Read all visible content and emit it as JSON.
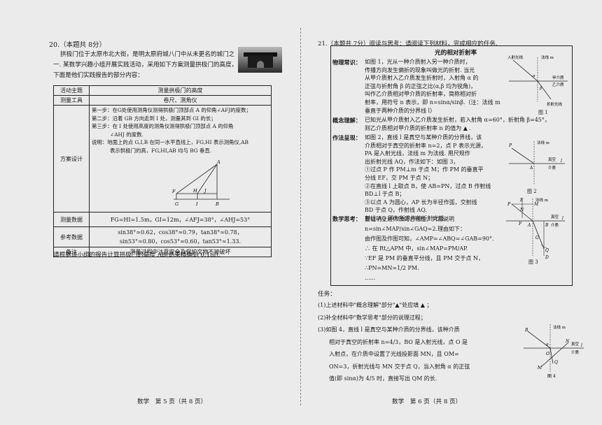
{
  "left_page": {
    "problem_title": "20.（本题共 8分）",
    "intro": [
      "拱极门位于太原市北大街，是明太原府城八门中从未更名的城门之",
      "一. 某数学兴趣小组开展实践活动，采用如下方案测量拱极门的高度，",
      "下面是他们实践报告的部分内容："
    ],
    "table": {
      "rows": [
        {
          "label": "活动主题",
          "value": "测量拱极门的高度"
        },
        {
          "label": "测量工具",
          "value": "卷尺、测角仪"
        }
      ],
      "design_label": "方案设计",
      "design_lines": [
        "第一步：在G处使用测角仪测得拱极门顶部点 A 的仰角∠AFJ的度数；",
        "第二步：沿着 GB 方向走到 I 处，测量其到 GI 的长；",
        "第三步：在 I 处使用高度的测角仪测得拱极门顶部点 A 的仰角",
        "∠AHJ 的度数.",
        "说明：地面上的点 G,I,B 在同一水平直线上，FG,HI 表示测角仪,AB",
        "表示拱极门的高，FG,HI,AB 均与 BG 垂直."
      ],
      "measure_label": "测量数据",
      "measure_value": "FG=HI=1.5m，GI=12m，∠AFJ=38°，∠AHJ=53°",
      "ref_label": "参考数据",
      "ref_lines": [
        "sin38°≈0.62，cos38°≈0.79，tan38°≈0.78，",
        "sin53°≈0.80，cos53°≈0.60，tan53°≈1.33."
      ],
      "note_label": "备注",
      "note_value": "测量过程中注意安全及保护文物不被破坏"
    },
    "diagram_labels": {
      "A": "A",
      "F": "F",
      "H": "H",
      "J": "J",
      "G": "G",
      "I": "I",
      "B": "B"
    },
    "question": "请根据该小组的报告计算拱极门的高度 AB(结果精确到 0.1m).",
    "footer": "数学　第 5 页（共 8 页）"
  },
  "right_page": {
    "problem_title": "21.（本题共 7分）阅读与思考：请阅读下列材料，完成相应的任务.",
    "material_title": "光的相对折射率",
    "sections": [
      {
        "label": "物理常识：",
        "lines": [
          "如图 1，光从一种介质射入另一种介质时，",
          "传播方向发生偏折的现象叫做光的折射. 当光",
          "从甲介质射入乙介质发生折射时，入射角 α 的",
          "正弦与折射角 β 的正弦之比(α,β 均为锐角)，",
          "叫作乙介质相对甲介质的折射率，简称相对折",
          "射率，用符号 n 表示，即 n=sinα/sinβ.（注：法线 m",
          "垂直于两种介质的分界线 l）"
        ]
      },
      {
        "label": "概念理解：",
        "lines": [
          "已知光从甲介质射入乙介质发生折射，若入射角 α=60°，折射角 β=45°，",
          "则乙介质相对甲介质的折射率 n 的值为 ▲ ."
        ]
      },
      {
        "label": "作法呈现：",
        "lines": [
          "如图 2，直线 l 是真空与某种介质的分界线，该",
          "介质相对于真空的折射率 n=2，点 P 表示光源，",
          "PA 是入射光线，法线 m 为法线. 用尺规作",
          "出折射光线 AQ，作法如下：如图 3，",
          "①过点 P 作 PM⊥m 于点 M；作 PM 的垂直平",
          "分线 EF，交 PM 于点 N；",
          "②在直线 l 上取点 B，使 AB=PN，过点 B 作射线",
          "BD⊥l 于点 B；",
          "③以点 A 为圆心，AP 长为半径作弧，交射线",
          "BD 于点 Q，作射线 AQ.",
          "射线 AQ 即为所求作的折射光线."
        ]
      },
      {
        "label": "数学思考：",
        "lines": [
          "要证明上述作法的合理性，只需说明",
          "n=sin∠MAP/sin∠GAQ=2.理由如下：",
          "由作图及作图可知，∠AMP=∠ABQ=∠GAB=90°.",
          "∴ 在 Rt△APM 中，sin∠MAP=PM/AP.",
          "∵EF 是 PM 的垂直平分线，且 PM 交于点 N，",
          "∴PN=MN=1/2 PM.",
          "......"
        ]
      }
    ],
    "figure_labels": {
      "fig1": "图 1",
      "fig2": "图 2",
      "fig3": "图 3",
      "fig4": "图 4",
      "incident": "入射光线",
      "refracted": "折射光线",
      "normal": "法线 m",
      "medium_a": "甲介质",
      "medium_b": "乙介质",
      "vacuum": "真空",
      "medium": "介质",
      "alpha": "α",
      "beta": "β",
      "P": "P",
      "A": "A",
      "l": "l",
      "E": "E",
      "F": "F",
      "M": "M",
      "N": "N",
      "B": "B",
      "D": "D",
      "Q": "Q",
      "G": "G",
      "O": "O"
    },
    "task_label": "任务：",
    "tasks": [
      "(1)上述材料中\"概念理解\"部分\"▲\"处应填 ▲ ；",
      "(2)补全材料中\"数学思考\"部分的说理过程；",
      "(3)如图 4，直线 l 是真空与某种介质的分界线，该种介质",
      "相对于真空的折射率 n=4/3，BO 是入射光线，点 O 是",
      "入射点，在介质中设置了光线投影面 MN，且 OM=",
      "ON=3，折射光线与 MN 交于点 Q，当入射角 α 的正弦",
      "值(即 sinα)为 4/5 时，直接写出 QM 的长."
    ],
    "footer": "数学　第 6 页（共 8 页）"
  }
}
